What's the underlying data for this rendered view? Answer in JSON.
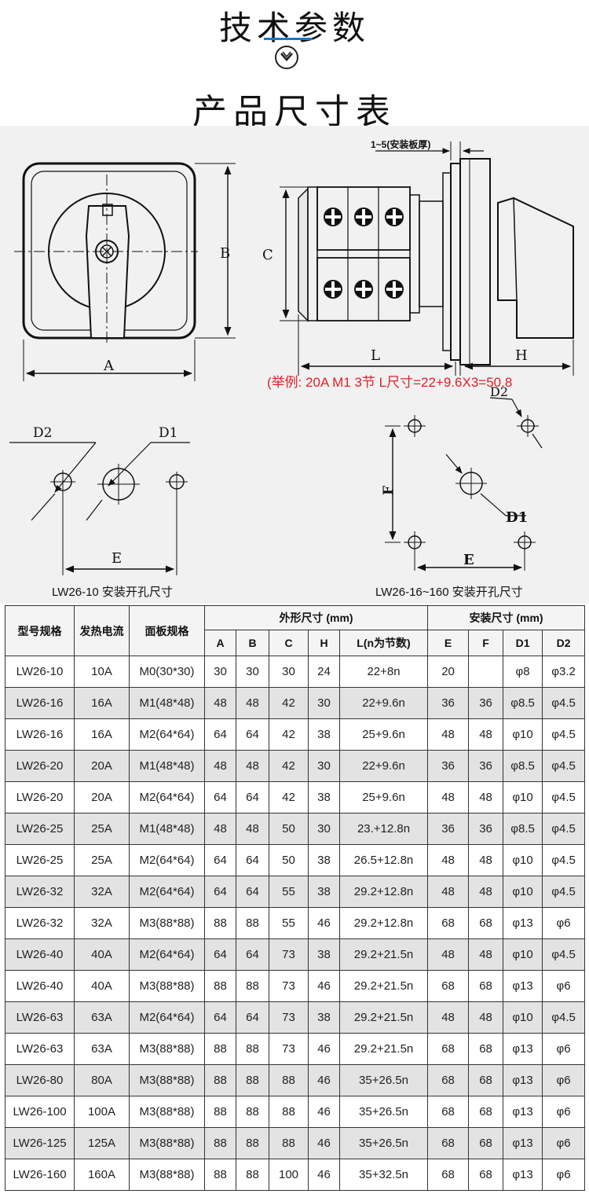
{
  "header": {
    "title": "技术参数",
    "subtitle": "产品尺寸表"
  },
  "drawing": {
    "dim_labels": {
      "A": "A",
      "B": "B",
      "C": "C",
      "L": "L",
      "H": "H",
      "D1": "D1",
      "D2": "D2",
      "E": "E",
      "F": "F"
    },
    "panel_thickness": "1~5(安装板厚)",
    "example_note": "(举例: 20A M1 3节 L尺寸=22+9.6X3=50.8",
    "caption_left": "LW26-10 安装开孔尺寸",
    "caption_right": "LW26-16~160 安装开孔尺寸",
    "note_color": "#e0202a"
  },
  "table": {
    "headers": {
      "model": "型号规格",
      "current": "发热电流",
      "panel": "面板规格",
      "outer": "外形尺寸 (mm)",
      "install": "安装尺寸 (mm)",
      "A": "A",
      "B": "B",
      "C": "C",
      "H": "H",
      "L": "L(n为节数)",
      "E": "E",
      "F": "F",
      "D1": "D1",
      "D2": "D2"
    },
    "rows": [
      [
        "LW26-10",
        "10A",
        "M0(30*30)",
        "30",
        "30",
        "30",
        "24",
        "22+8n",
        "20",
        "",
        "φ8",
        "φ3.2"
      ],
      [
        "LW26-16",
        "16A",
        "M1(48*48)",
        "48",
        "48",
        "42",
        "30",
        "22+9.6n",
        "36",
        "36",
        "φ8.5",
        "φ4.5"
      ],
      [
        "LW26-16",
        "16A",
        "M2(64*64)",
        "64",
        "64",
        "42",
        "38",
        "25+9.6n",
        "48",
        "48",
        "φ10",
        "φ4.5"
      ],
      [
        "LW26-20",
        "20A",
        "M1(48*48)",
        "48",
        "48",
        "42",
        "30",
        "22+9.6n",
        "36",
        "36",
        "φ8.5",
        "φ4.5"
      ],
      [
        "LW26-20",
        "20A",
        "M2(64*64)",
        "64",
        "64",
        "42",
        "38",
        "25+9.6n",
        "48",
        "48",
        "φ10",
        "φ4.5"
      ],
      [
        "LW26-25",
        "25A",
        "M1(48*48)",
        "48",
        "48",
        "50",
        "30",
        "23.+12.8n",
        "36",
        "36",
        "φ8.5",
        "φ4.5"
      ],
      [
        "LW26-25",
        "25A",
        "M2(64*64)",
        "64",
        "64",
        "50",
        "38",
        "26.5+12.8n",
        "48",
        "48",
        "φ10",
        "φ4.5"
      ],
      [
        "LW26-32",
        "32A",
        "M2(64*64)",
        "64",
        "64",
        "55",
        "38",
        "29.2+12.8n",
        "48",
        "48",
        "φ10",
        "φ4.5"
      ],
      [
        "LW26-32",
        "32A",
        "M3(88*88)",
        "88",
        "88",
        "55",
        "46",
        "29.2+12.8n",
        "68",
        "68",
        "φ13",
        "φ6"
      ],
      [
        "LW26-40",
        "40A",
        "M2(64*64)",
        "64",
        "64",
        "73",
        "38",
        "29.2+21.5n",
        "48",
        "48",
        "φ10",
        "φ4.5"
      ],
      [
        "LW26-40",
        "40A",
        "M3(88*88)",
        "88",
        "88",
        "73",
        "46",
        "29.2+21.5n",
        "68",
        "68",
        "φ13",
        "φ6"
      ],
      [
        "LW26-63",
        "63A",
        "M2(64*64)",
        "64",
        "64",
        "73",
        "38",
        "29.2+21.5n",
        "48",
        "48",
        "φ10",
        "φ4.5"
      ],
      [
        "LW26-63",
        "63A",
        "M3(88*88)",
        "88",
        "88",
        "73",
        "46",
        "29.2+21.5n",
        "68",
        "68",
        "φ13",
        "φ6"
      ],
      [
        "LW26-80",
        "80A",
        "M3(88*88)",
        "88",
        "88",
        "88",
        "46",
        "35+26.5n",
        "68",
        "68",
        "φ13",
        "φ6"
      ],
      [
        "LW26-100",
        "100A",
        "M3(88*88)",
        "88",
        "88",
        "88",
        "46",
        "35+26.5n",
        "68",
        "68",
        "φ13",
        "φ6"
      ],
      [
        "LW26-125",
        "125A",
        "M3(88*88)",
        "88",
        "88",
        "88",
        "46",
        "35+26.5n",
        "68",
        "68",
        "φ13",
        "φ6"
      ],
      [
        "LW26-160",
        "160A",
        "M3(88*88)",
        "88",
        "88",
        "100",
        "46",
        "35+32.5n",
        "68",
        "68",
        "φ13",
        "φ6"
      ]
    ]
  }
}
